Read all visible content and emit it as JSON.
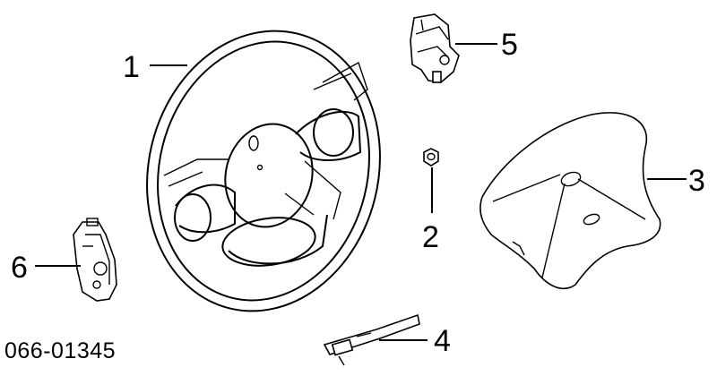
{
  "diagram": {
    "reference_code": "066-01345",
    "callouts": [
      {
        "id": "1",
        "label": "1"
      },
      {
        "id": "2",
        "label": "2"
      },
      {
        "id": "3",
        "label": "3"
      },
      {
        "id": "4",
        "label": "4"
      },
      {
        "id": "5",
        "label": "5"
      },
      {
        "id": "6",
        "label": "6"
      }
    ]
  }
}
